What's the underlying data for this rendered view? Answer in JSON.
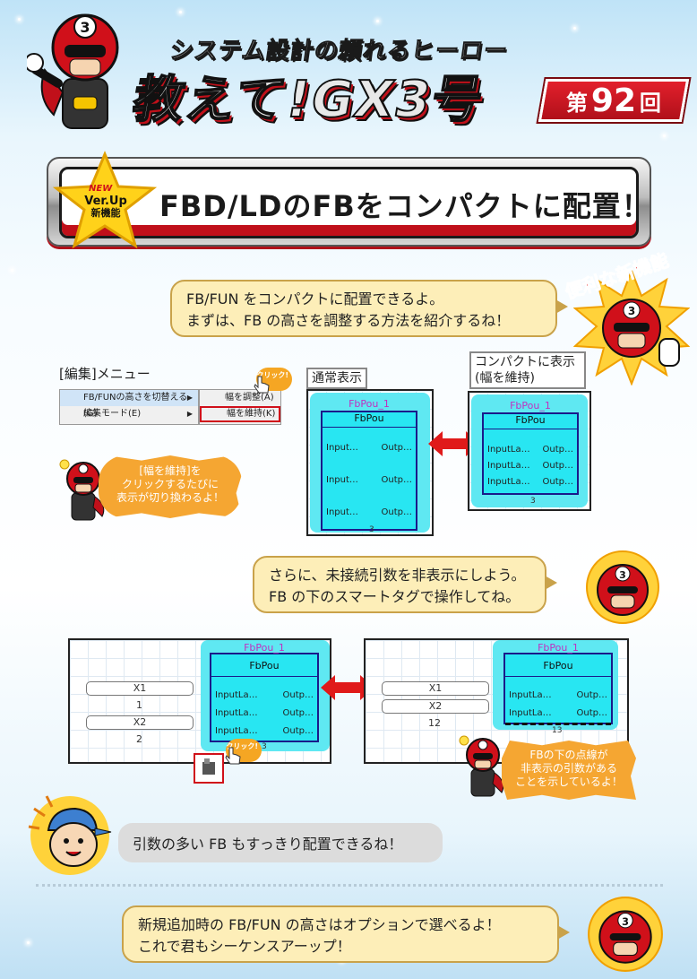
{
  "header": {
    "subtitle": "システム設計の頼れるヒーロー",
    "title": "教えて!GX3号",
    "episode_prefix": "第",
    "episode_number": "92",
    "episode_suffix": "回"
  },
  "banner": {
    "badge_new": "NEW",
    "badge_line1": "Ver.Up",
    "badge_line2": "新機能",
    "title": "FBD/LDのFBをコンパクトに配置！"
  },
  "kicker": "便利な新機能",
  "bubble1": {
    "line1": "FB/FUN をコンパクトに配置できるよ。",
    "line2": "まずは、FB の高さを調整する方法を紹介するね！"
  },
  "menu_section": {
    "label": "[編集]メニュー",
    "items": [
      "FB/FUNの高さを切替える(G)",
      "編集モード(E)"
    ],
    "submenu": [
      "幅を調整(A)",
      "幅を維持(K)"
    ],
    "click": "クリック!"
  },
  "callout1": {
    "line1": "[幅を維持]を",
    "line2": "クリックするたびに",
    "line3": "表示が切り換わるよ！"
  },
  "panel_normal": {
    "label": "通常表示",
    "instance": "FbPou_1",
    "type": "FbPou",
    "pins": [
      [
        "Input…",
        "Outp…"
      ],
      [
        "Input…",
        "Outp…"
      ],
      [
        "Input…",
        "Outp…"
      ]
    ],
    "bottom_num": "3"
  },
  "panel_compact": {
    "label_line1": "コンパクトに表示",
    "label_line2": "(幅を維持)",
    "instance": "FbPou_1",
    "type": "FbPou",
    "pins": [
      [
        "InputLa…",
        "Outp…"
      ],
      [
        "InputLa…",
        "Outp…"
      ],
      [
        "InputLa…",
        "Outp…"
      ]
    ],
    "bottom_num": "3"
  },
  "bubble2": {
    "line1": "さらに、未接続引数を非表示にしよう。",
    "line2": "FB の下のスマートタグで操作してね。"
  },
  "panel_before": {
    "instance": "FbPou_1",
    "type": "FbPou",
    "pins": [
      [
        "InputLa…",
        "Outp…"
      ],
      [
        "InputLa…",
        "Outp…"
      ],
      [
        "InputLa…",
        "Outp…"
      ]
    ],
    "vars": [
      [
        "X1",
        "1"
      ],
      [
        "X2",
        "2"
      ]
    ],
    "bottom_num": "3",
    "click": "クリック!"
  },
  "panel_after": {
    "instance": "FbPou_1",
    "type": "FbPou",
    "pins": [
      [
        "InputLa…",
        "Outp…"
      ],
      [
        "InputLa…",
        "Outp…"
      ]
    ],
    "vars": [
      [
        "X1",
        ""
      ],
      [
        "X2",
        "12"
      ]
    ],
    "bottom_num": "13"
  },
  "callout2": {
    "line1": "FBの下の点線が",
    "line2": "非表示の引数がある",
    "line3": "ことを示しているよ！"
  },
  "bubble3": "引数の多い FB もすっきり配置できるね！",
  "bubble4": {
    "line1": "新規追加時の FB/FUN の高さはオプションで選べるよ！",
    "line2": "これで君もシーケンスアーップ！"
  },
  "colors": {
    "red": "#d0101a",
    "cyan": "#28e6f2",
    "bubble": "#fdeeb8",
    "orange": "#f5a632"
  }
}
